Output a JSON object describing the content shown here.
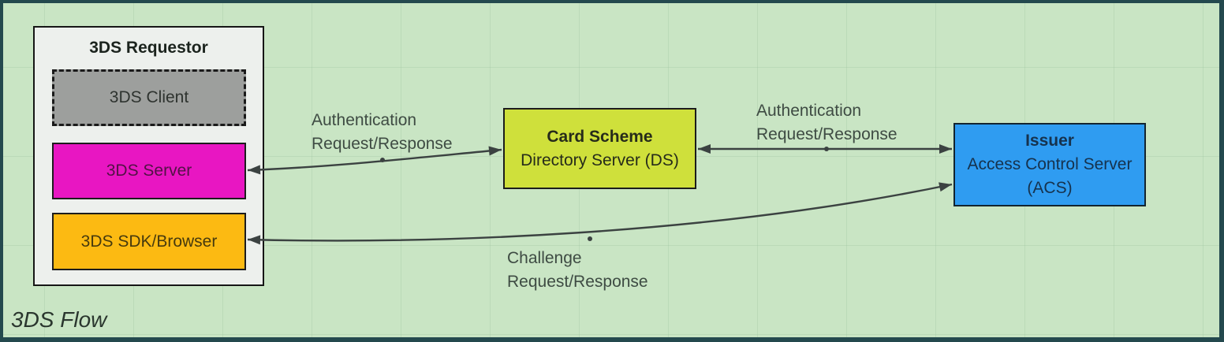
{
  "canvas": {
    "background_color": "#c9e5c4",
    "frame_color": "#24494e",
    "arrow_color": "#3b4241"
  },
  "requestor": {
    "title": "3DS Requestor",
    "fill": "#edf0ed",
    "client": {
      "label": "3DS Client",
      "fill": "#9d9f9d"
    },
    "server": {
      "label": "3DS Server",
      "fill": "#e816c2"
    },
    "sdk": {
      "label": "3DS SDK/Browser",
      "fill": "#fcba12"
    }
  },
  "card_scheme": {
    "title": "Card Scheme",
    "subtitle": "Directory Server (DS)",
    "fill": "#cfe03b"
  },
  "issuer": {
    "title": "Issuer",
    "subtitle": "Access Control Server",
    "subtitle2": "(ACS)",
    "fill": "#2f9cf1"
  },
  "edges": {
    "auth_left": {
      "line1": "Authentication",
      "line2": "Request/Response"
    },
    "auth_right": {
      "line1": "Authentication",
      "line2": "Request/Response"
    },
    "challenge": {
      "line1": "Challenge",
      "line2": "Request/Response"
    }
  },
  "footer": {
    "caption": "3DS Flow"
  }
}
